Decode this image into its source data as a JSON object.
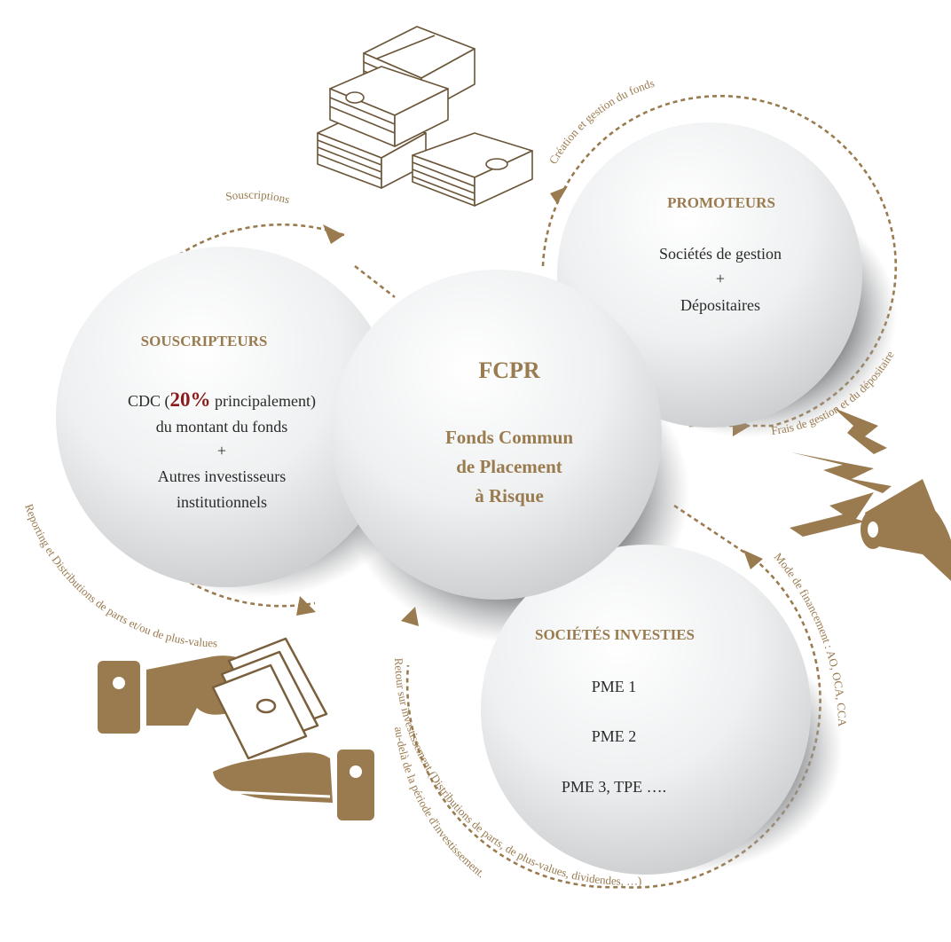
{
  "colors": {
    "gold": "#9a7b4f",
    "accent_red": "#8b1a1a",
    "text": "#2a2a2a",
    "circle_light": "#ffffff",
    "circle_mid": "#e6e7e8",
    "shadow": "#7d7f82"
  },
  "center": {
    "title": "FCPR",
    "line1": "Fonds Commun",
    "line2": "de Placement",
    "line3": "à Risque"
  },
  "souscripteurs": {
    "title": "SOUSCRIPTEURS",
    "line1_pre": "CDC (",
    "line1_pct": "20%",
    "line1_post": " principalement)",
    "line2": "du montant du fonds",
    "line3": "+",
    "line4": "Autres investisseurs",
    "line5": "institutionnels"
  },
  "promoteurs": {
    "title": "PROMOTEURS",
    "line1": "Sociétés de gestion",
    "line2": "+",
    "line3": "Dépositaires"
  },
  "societes": {
    "title": "SOCIÉTÉS INVESTIES",
    "line1": "PME 1",
    "line2": "PME 2",
    "line3": "PME 3, TPE …."
  },
  "flows": {
    "souscriptions": "Souscriptions",
    "creation": "Création et gestion du fonds",
    "frais": "Frais de gestion et du dépositaire",
    "mode": "Mode de financement : AO, OCA, CCA",
    "reporting": "Reporting et Distributions de parts et/ou de plus-values",
    "retour1": "Retour sur investissement (Distributions de parts, de plus-values, dividendes, …)",
    "retour2": "au-delà de la période d'investissement."
  },
  "icons": [
    "money-stack-icon",
    "megaphone-icon",
    "hand-giving-money-icon"
  ]
}
